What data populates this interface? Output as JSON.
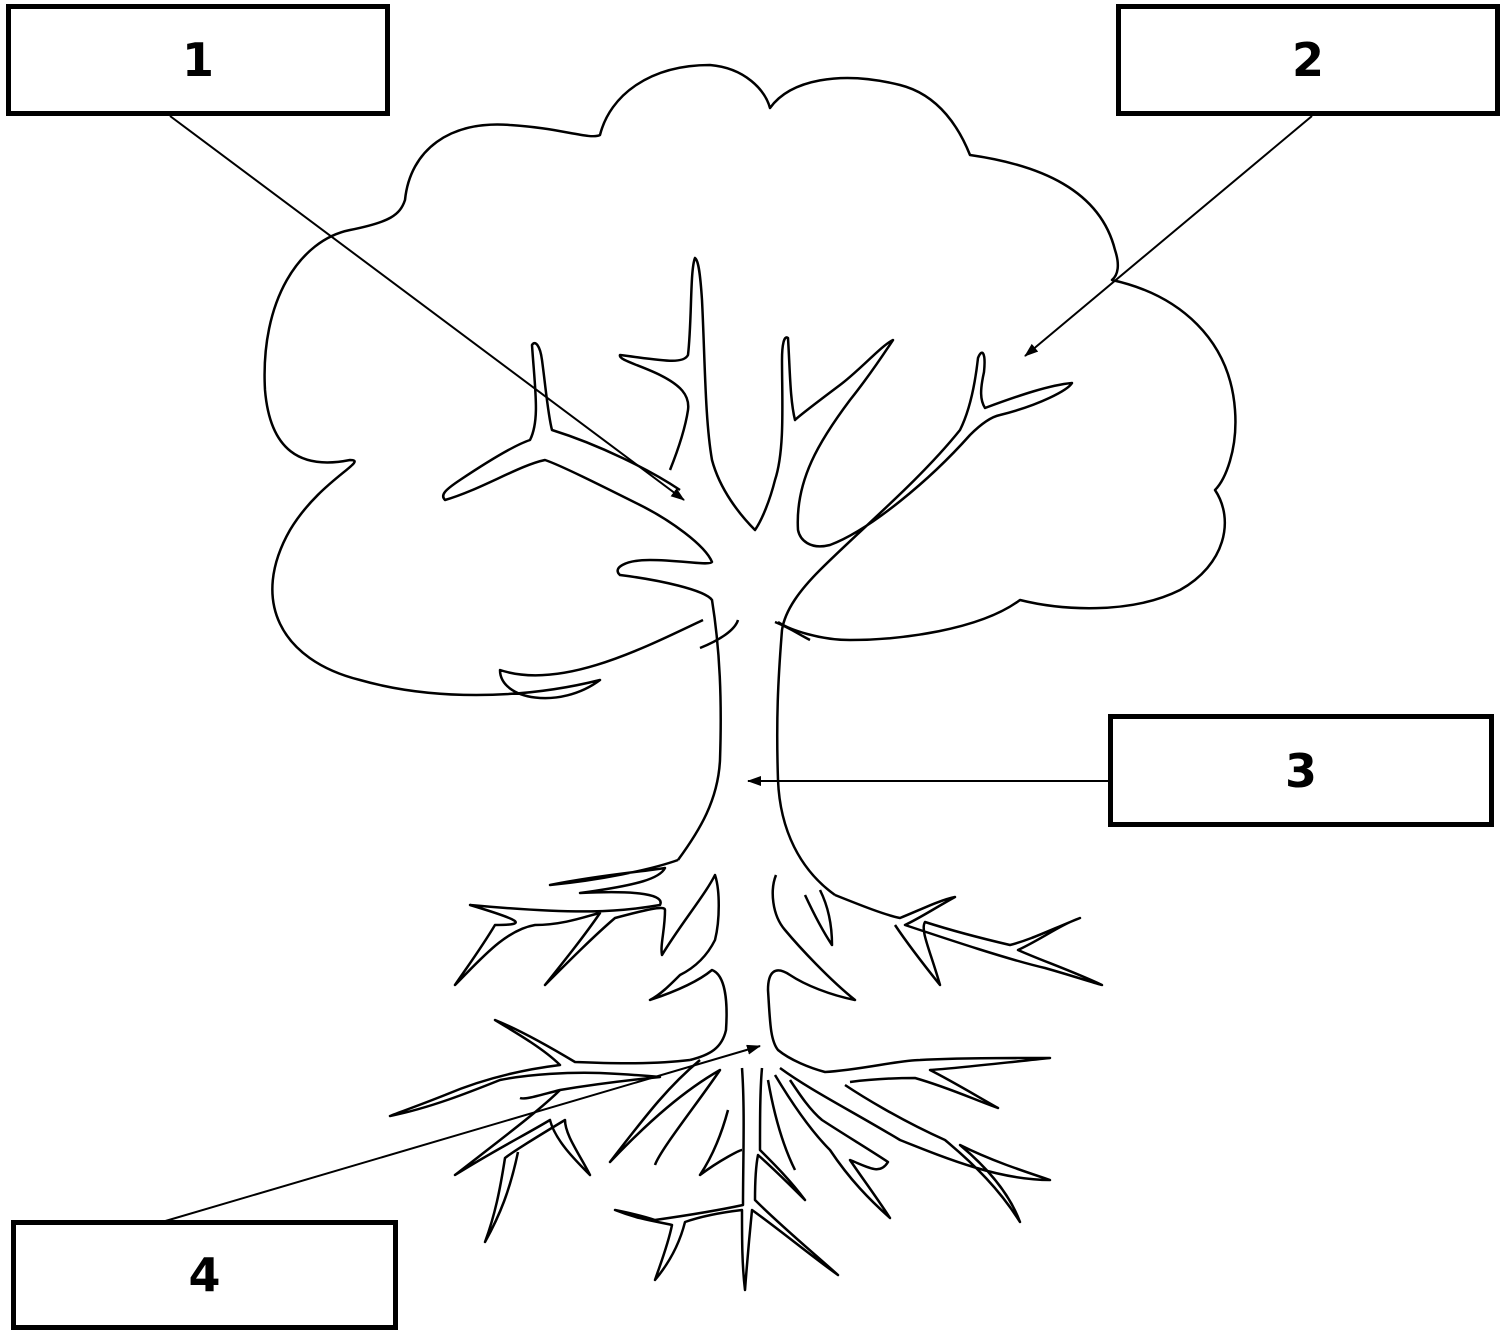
{
  "labels": {
    "box1": "1",
    "box2": "2",
    "box3": "3",
    "box4": "4"
  },
  "style": {
    "line_color": "#000000",
    "background": "#ffffff"
  }
}
